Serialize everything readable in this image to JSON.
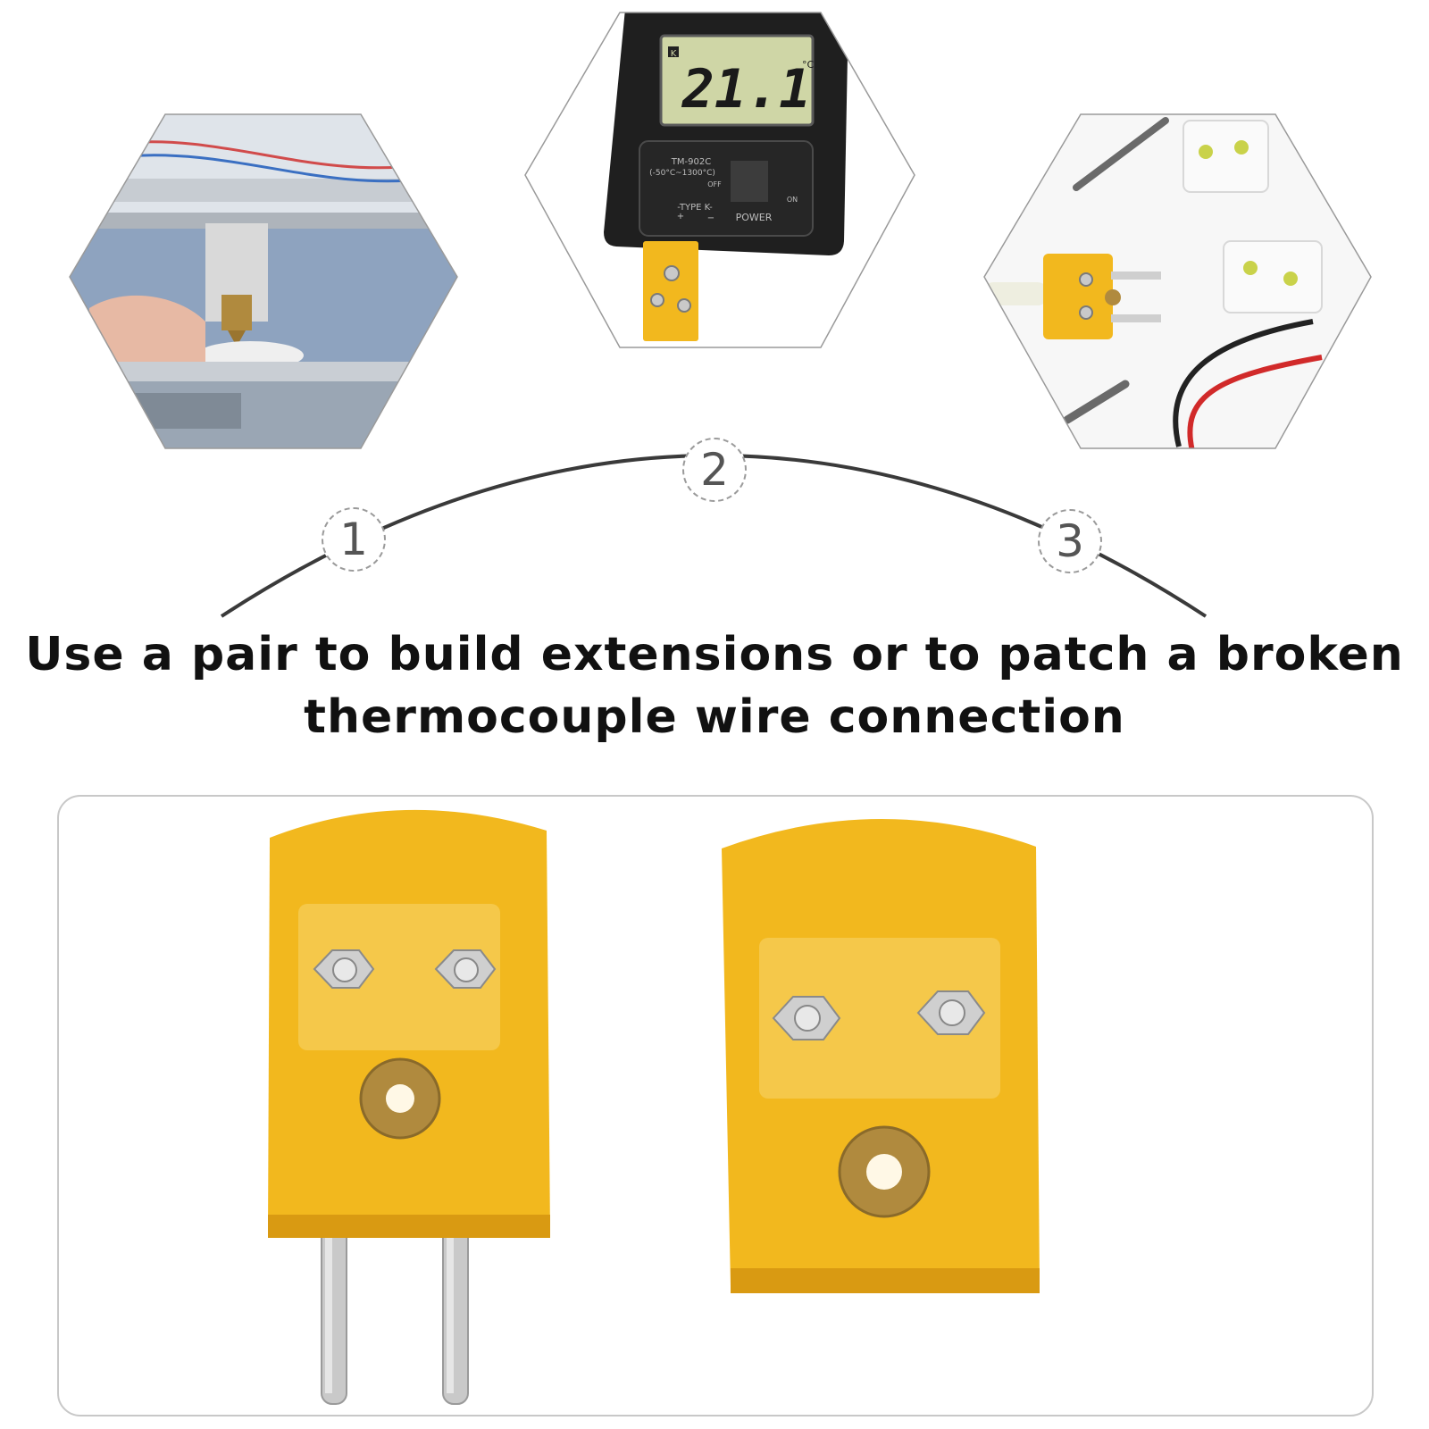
{
  "headline": {
    "line1": "Use a pair to build extensions or to patch a broken",
    "line2": "thermocouple wire connection"
  },
  "steps": [
    {
      "number": "1"
    },
    {
      "number": "2"
    },
    {
      "number": "3"
    }
  ],
  "meter": {
    "reading": "21.1",
    "unit": "°C",
    "type_badge": "K",
    "model": "TM-902C",
    "range": "(-50°C~1300°C)",
    "off_label": "OFF",
    "on_label": "ON",
    "type_label": "-TYPE K-",
    "power_label": "POWER",
    "plus": "+",
    "minus": "−"
  },
  "colors": {
    "connector_yellow": "#f2b81e",
    "connector_shadow": "#d99a12",
    "meter_body": "#1f1f1f",
    "lcd": "#cfd6a6",
    "arc": "#3a3a3a"
  }
}
